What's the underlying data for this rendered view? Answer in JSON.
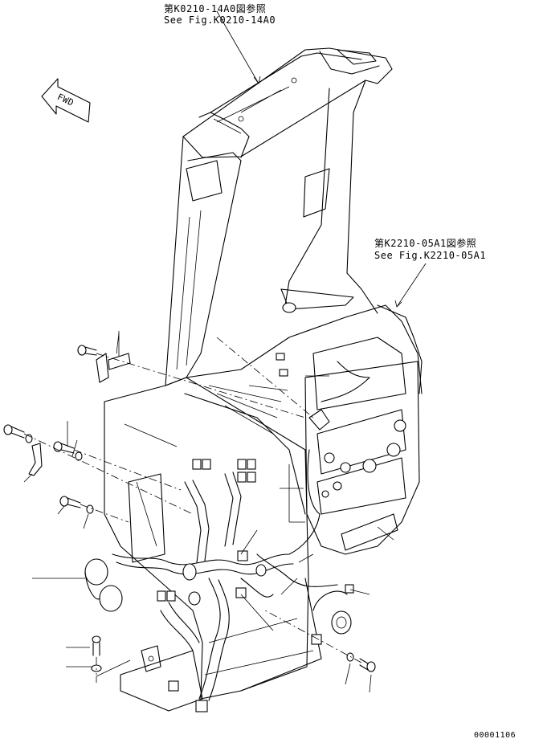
{
  "refs": {
    "top_ref_jp": "第K0210-14A0図参照",
    "top_ref_en": "See Fig.K0210-14A0",
    "right_ref_jp": "第K2210-05A1図参照",
    "right_ref_en": "See Fig.K2210-05A1"
  },
  "fwd_label": "FWD",
  "drawing_number": "00001106"
}
